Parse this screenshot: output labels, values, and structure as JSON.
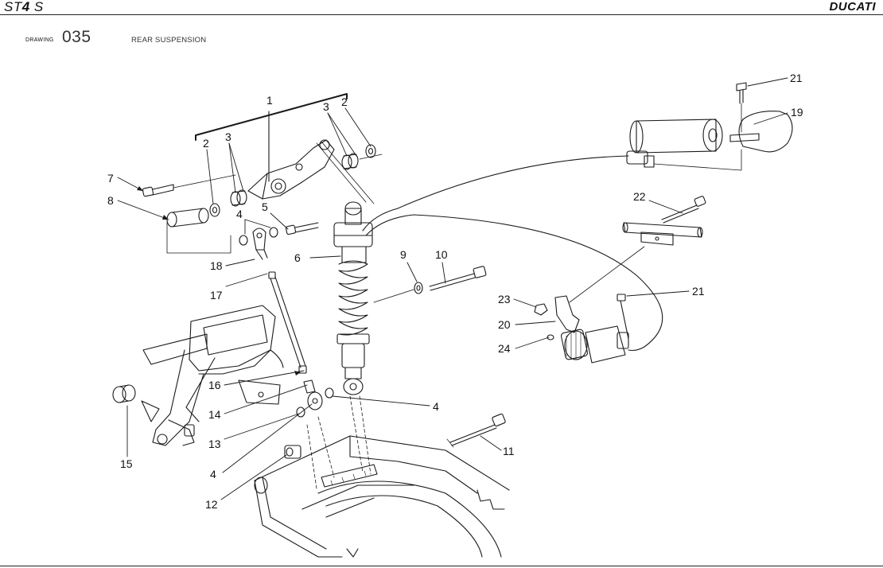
{
  "header": {
    "model_prefix": "ST",
    "model_bold": "4",
    "model_suffix": " S",
    "brand": "DUCATI"
  },
  "drawing": {
    "label": "DRAWING",
    "number": "035",
    "title": "REAR SUSPENSION"
  },
  "callouts": [
    "1",
    "2",
    "3",
    "3",
    "2",
    "7",
    "8",
    "5",
    "4",
    "6",
    "18",
    "17",
    "9",
    "10",
    "16",
    "14",
    "13",
    "4",
    "15",
    "4",
    "12",
    "11",
    "21",
    "19",
    "22",
    "21",
    "23",
    "20",
    "24"
  ],
  "colors": {
    "line": "#1a1a1a",
    "background": "#ffffff"
  }
}
